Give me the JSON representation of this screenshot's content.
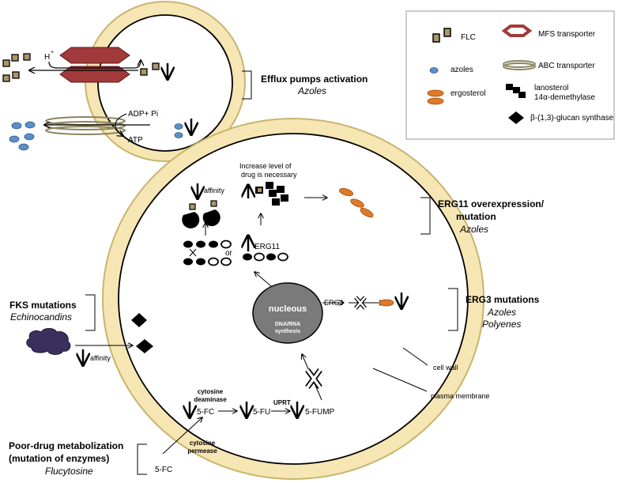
{
  "legend": {
    "flc": "FLC",
    "mfs": "MFS transporter",
    "azoles": "azoles",
    "abc": "ABC transporter",
    "ergosterol": "ergosterol",
    "lanosterol_1": "lanosterol",
    "lanosterol_2": "14α-demethylase",
    "glucan": "β-(1,3)-glucan synthase"
  },
  "bud": {
    "h_plus": "H",
    "h_sup": "+",
    "adp": "ADP+ Pi",
    "atp": "ATP"
  },
  "mechanisms": {
    "efflux_title": "Efflux pumps activation",
    "efflux_drug": "Azoles",
    "erg11_title_1": "ERG11 overexpression/",
    "erg11_title_2": "mutation",
    "erg11_drug": "Azoles",
    "erg3_title": "ERG3 mutations",
    "erg3_drug_1": "Azoles",
    "erg3_drug_2": "Polyenes",
    "fks_title": "FKS mutations",
    "fks_drug": "Echinocandins",
    "poor_title_1": "Poor-drug metabolization",
    "poor_title_2": "(mutation of enzymes)",
    "poor_drug": "Flucytosine"
  },
  "cell": {
    "affinity_top": "affinity",
    "increase_1": "Increase level of",
    "increase_2": "drug is necessary",
    "or": "or",
    "erg11": "ERG11",
    "nucleus": "nucleous",
    "dna_1": "DNA/RNA",
    "dna_2": "synthesis",
    "erg3": "ERG3",
    "affinity_fks": "affinity",
    "cytosine_deaminase_1": "cytosine",
    "cytosine_deaminase_2": "deaminase",
    "uprt": "UPRT",
    "fc_inside": "5-FC",
    "fu": "5-FU",
    "fump": "5-FUMP",
    "cytosine_permease_1": "cytosine",
    "cytosine_permease_2": "permease",
    "fc_outside": "5-FC",
    "cell_wall": "cell wall",
    "plasma_membrane": "plasma membrane"
  },
  "colors": {
    "wall": "#f6e6b4",
    "wall_stroke": "#c9b46e",
    "mfs": "#a13a3a",
    "flc": "#a9966c",
    "azole": "#5b8fc8",
    "ergosterol": "#e07a28",
    "nucleus": "#7a7a7a",
    "glucan_sub": "#3b2f5e"
  }
}
